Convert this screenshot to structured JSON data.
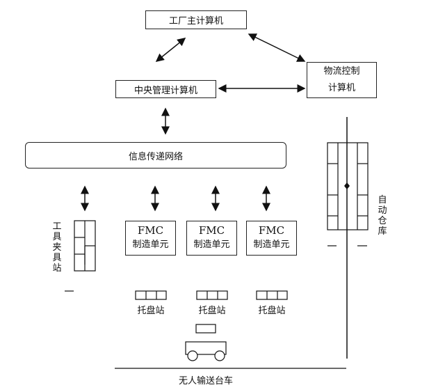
{
  "nodes": {
    "factory_host": "工厂主计算机",
    "central_mgmt": "中央管理计算机",
    "logistics_control": [
      "物流控制",
      "计算机"
    ],
    "info_network": "信息传递网络",
    "tool_station": "工具夹具站",
    "auto_warehouse": "自动仓库",
    "fmc_units": [
      {
        "title": "FMC",
        "subtitle": "制造单元"
      },
      {
        "title": "FMC",
        "subtitle": "制造单元"
      },
      {
        "title": "FMC",
        "subtitle": "制造单元"
      }
    ],
    "pallet_stations": [
      "托盘站",
      "托盘站",
      "托盘站"
    ],
    "agv": "无人输送台车"
  }
}
